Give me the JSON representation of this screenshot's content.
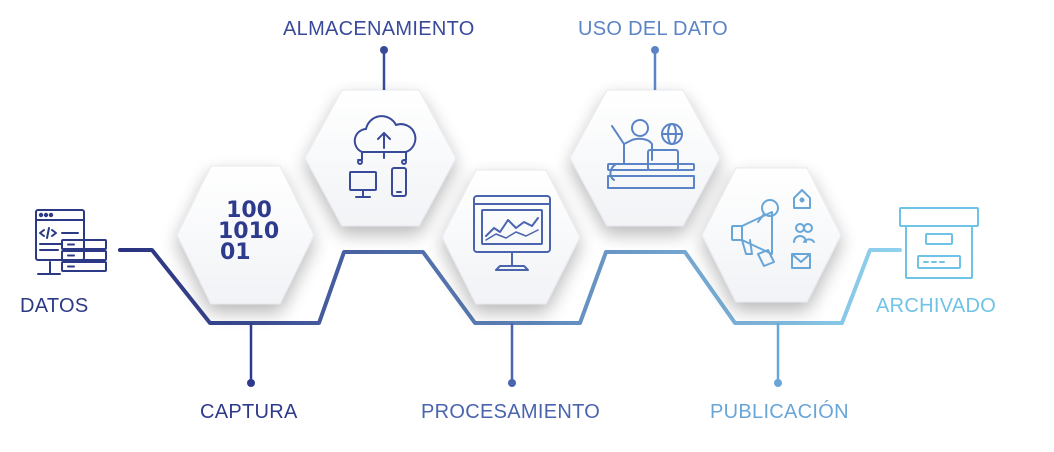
{
  "stages": [
    {
      "key": "datos",
      "label": "DATOS",
      "color": "#2c3a86",
      "icon": "server-code-icon"
    },
    {
      "key": "captura",
      "label": "CAPTURA",
      "color": "#2e3a8c",
      "icon": "binary-code-icon",
      "binary": [
        "100",
        "1010",
        "01"
      ]
    },
    {
      "key": "almacenamiento",
      "label": "ALMACENAMIENTO",
      "color": "#3a4a9a",
      "icon": "cloud-storage-icon"
    },
    {
      "key": "procesamiento",
      "label": "PROCESAMIENTO",
      "color": "#4a64ae",
      "icon": "monitor-chart-icon"
    },
    {
      "key": "uso",
      "label": "USO DEL DATO",
      "color": "#5b84c6",
      "icon": "user-laptop-globe-icon"
    },
    {
      "key": "publicacion",
      "label": "PUBLICACIÓN",
      "color": "#69a6d8",
      "icon": "megaphone-icon"
    },
    {
      "key": "archivado",
      "label": "ARCHIVADO",
      "color": "#6ec3e6",
      "icon": "archive-box-icon"
    }
  ],
  "gradient": {
    "start": "#2a3180",
    "end": "#8fd3ef"
  }
}
